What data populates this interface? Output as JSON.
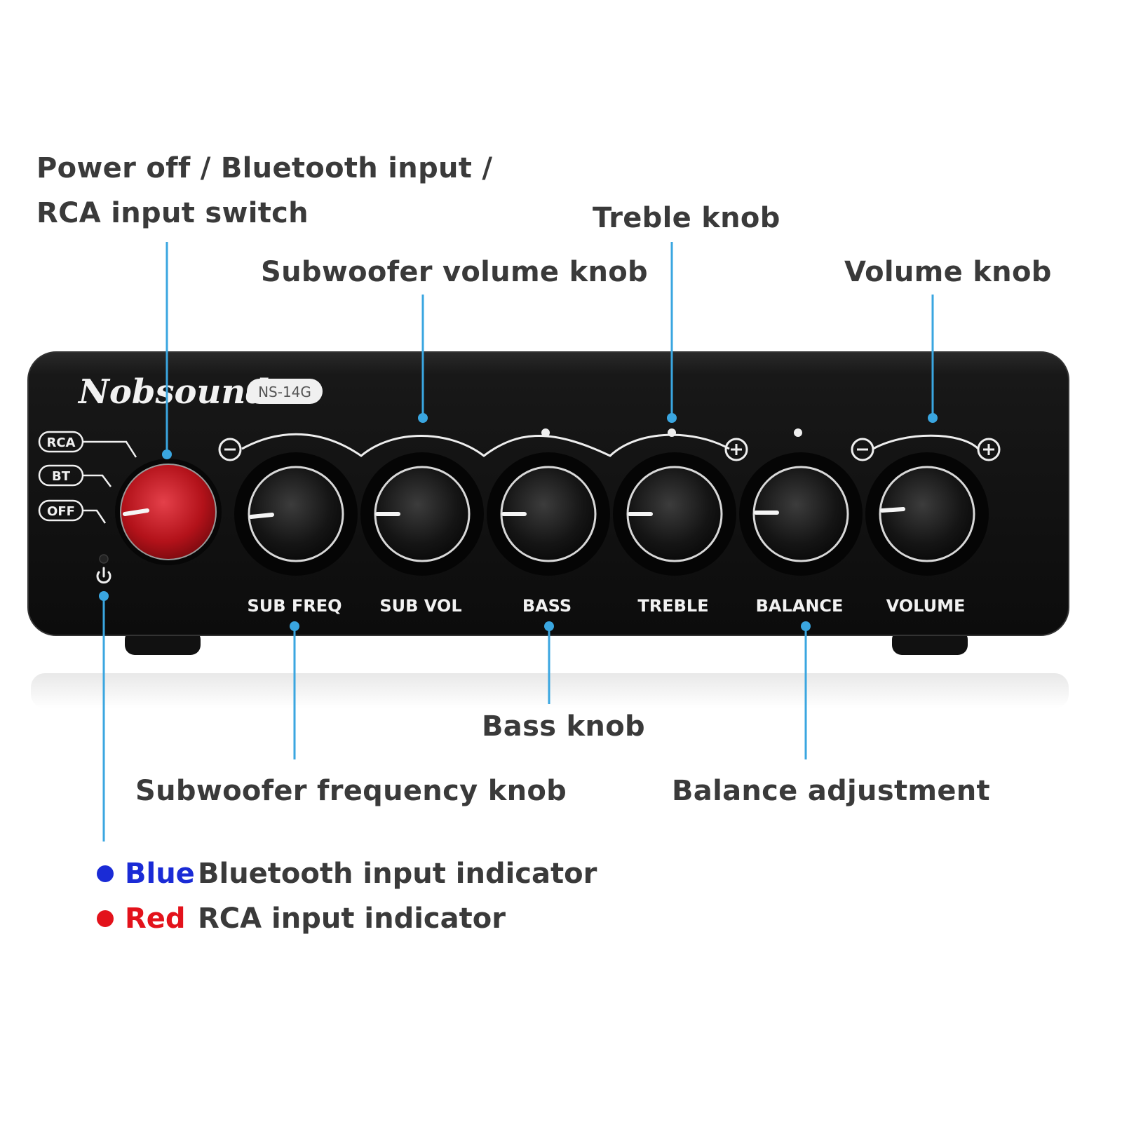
{
  "device": {
    "brand": "Nobsound",
    "model": "NS-14G",
    "selector_labels": [
      "RCA",
      "BT",
      "OFF"
    ],
    "knob_labels": [
      "SUB FREQ",
      "SUB VOL",
      "BASS",
      "TREBLE",
      "BALANCE",
      "VOLUME"
    ],
    "icons": {
      "power": "power-icon",
      "minus": "minus-icon",
      "plus": "plus-icon"
    }
  },
  "callouts": {
    "power_switch_line1": "Power off / Bluetooth input /",
    "power_switch_line2": "RCA input switch",
    "subwoofer_volume": "Subwoofer volume knob",
    "treble": "Treble knob",
    "volume": "Volume knob",
    "bass": "Bass knob",
    "subwoofer_frequency": "Subwoofer frequency knob",
    "balance": "Balance adjustment"
  },
  "legend": [
    {
      "color_name": "Blue",
      "color": "#1a2bd6",
      "text": "Bluetooth input indicator"
    },
    {
      "color_name": "Red",
      "color": "#e3121b",
      "text": "RCA input indicator"
    }
  ],
  "colors": {
    "callout_line": "#3aa6e0",
    "selector_knob": "#c0141b",
    "panel": "#151515",
    "label_text": "#3a3a3a"
  }
}
